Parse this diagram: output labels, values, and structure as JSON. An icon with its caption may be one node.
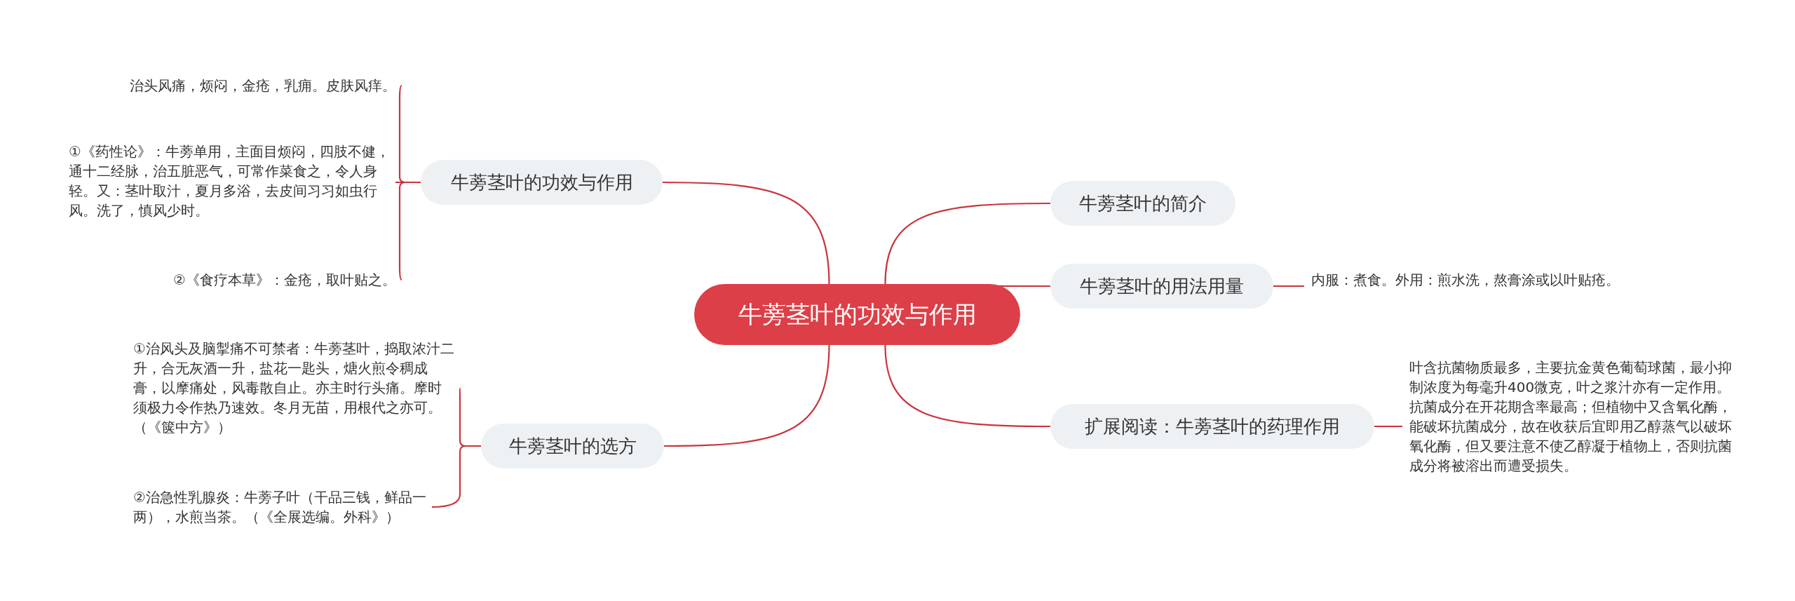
{
  "diagram": {
    "nodes": [
      {
        "text": [
          "牛蒡茎叶的功效与作用"
        ]
      },
      {
        "text": [
          "牛蒡茎叶的功效与作用"
        ]
      },
      {
        "text": [
          "治头风痛，烦闷，金疮，乳痈。皮肤风痒。"
        ]
      },
      {
        "text": [
          "①《药性论》：牛蒡单用，主面目烦闷，四肢不健，通十二经脉，治五脏恶气，可常作菜食之，令人身轻。又：茎叶取汁，夏月多浴，去皮间习习如虫行风。洗了，慎风少时。"
        ]
      },
      {
        "text": [
          "②《食疗本草》：金疮，取叶贴之。"
        ]
      },
      {
        "text": [
          "牛蒡茎叶的选方"
        ]
      },
      {
        "text": [
          "①治风头及脑掣痛不可禁者：牛蒡茎叶，捣取浓汁二升，合无灰酒一升，盐花一匙头，煻火煎令稠成膏，以摩痛处，风毒散自止。亦主时行头痛。摩时须极力令作热乃速效。冬月无苗，用根代之亦可。（《箧中方》）"
        ]
      },
      {
        "text": [
          "②治急性乳腺炎：牛蒡子叶（干品三钱，鲜品一两），水煎当茶。（《全展选编。外科》）"
        ]
      },
      {
        "text": [
          "牛蒡茎叶的简介"
        ]
      },
      {
        "text": [
          "牛蒡茎叶的用法用量"
        ]
      },
      {
        "text": [
          "内服：煮食。外用：煎水洗，熬膏涂或以叶贴疮。"
        ]
      },
      {
        "text": [
          "扩展阅读：牛蒡茎叶的药理作用"
        ]
      },
      {
        "text": [
          "叶含抗菌物质最多，主要抗金黄色葡萄球菌，最小抑制浓度为每毫升400微克，叶之浆汁亦有一定作用。抗菌成分在开花期含率最高；但植物中又含氧化酶，能破坏抗菌成分，故在收获后宜即用乙醇蒸气以破坏氧化酶，但又要注意不使乙醇凝于植物上，否则抗菌成分将被溶出而遭受损失。"
        ]
      }
    ],
    "edges": [
      {
        "from": 0,
        "to": 1,
        "arrow": "none"
      },
      {
        "from": 1,
        "to": 2,
        "arrow": "none"
      },
      {
        "from": 1,
        "to": 3,
        "arrow": "none"
      },
      {
        "from": 1,
        "to": 4,
        "arrow": "none"
      },
      {
        "from": 0,
        "to": 5,
        "arrow": "none"
      },
      {
        "from": 5,
        "to": 6,
        "arrow": "none"
      },
      {
        "from": 5,
        "to": 7,
        "arrow": "none"
      },
      {
        "from": 0,
        "to": 8,
        "arrow": "none"
      },
      {
        "from": 0,
        "to": 9,
        "arrow": "none"
      },
      {
        "from": 9,
        "to": 10,
        "arrow": "none"
      },
      {
        "from": 0,
        "to": 11,
        "arrow": "none"
      },
      {
        "from": 11,
        "to": 12,
        "arrow": "none"
      }
    ]
  }
}
